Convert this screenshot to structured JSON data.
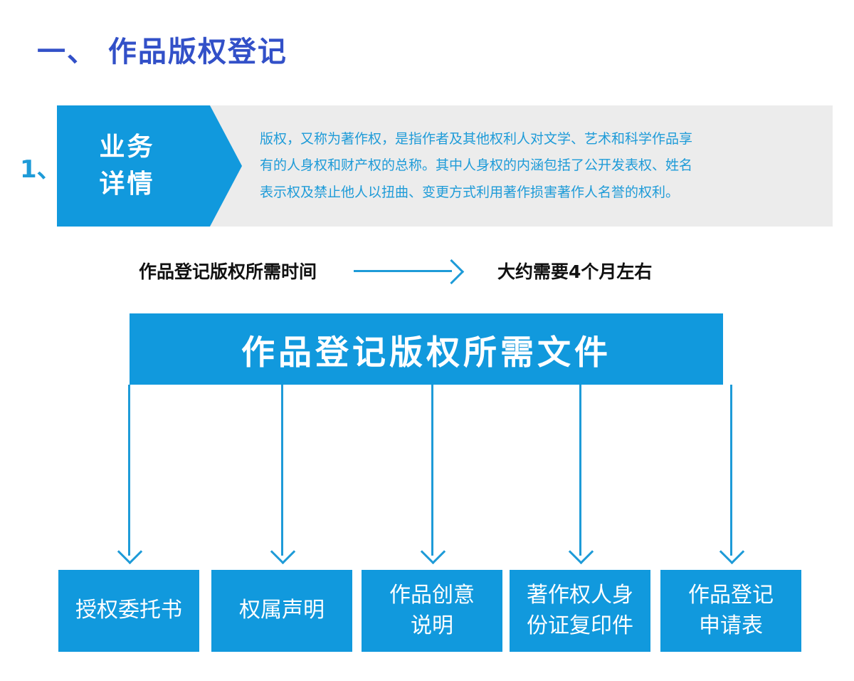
{
  "section": {
    "title": "一、 作品版权登记"
  },
  "detail": {
    "index_label": "1、",
    "tag_line1": "业务",
    "tag_line2": "详情",
    "paragraph_lines": [
      "版权，又称为著作权，是指作者及其他权利人对文学、艺术和科学作品享",
      "有的人身权和财产权的总称。其中人身权的内涵包括了公开发表权、姓名",
      "表示权及禁止他人以扭曲、变更方式利用著作损害著作人名誉的权利。"
    ]
  },
  "duration": {
    "label": "作品登记版权所需时间",
    "value": "大约需要4个月左右",
    "arrow_icon": "right-arrow-icon"
  },
  "documents": {
    "header": "作品登记版权所需文件",
    "items": [
      {
        "label": "授权委托书"
      },
      {
        "label": "权属声明"
      },
      {
        "label": "作品创意\n说明"
      },
      {
        "label": "著作权人身\n份证复印件"
      },
      {
        "label": "作品登记\n申请表"
      }
    ]
  },
  "colors": {
    "brand_blue": "#1199dd",
    "accent_blue": "#1e9bd8",
    "title_blue": "#3250c8",
    "panel_gray": "#ececec",
    "text_dark": "#111111",
    "white": "#ffffff"
  }
}
